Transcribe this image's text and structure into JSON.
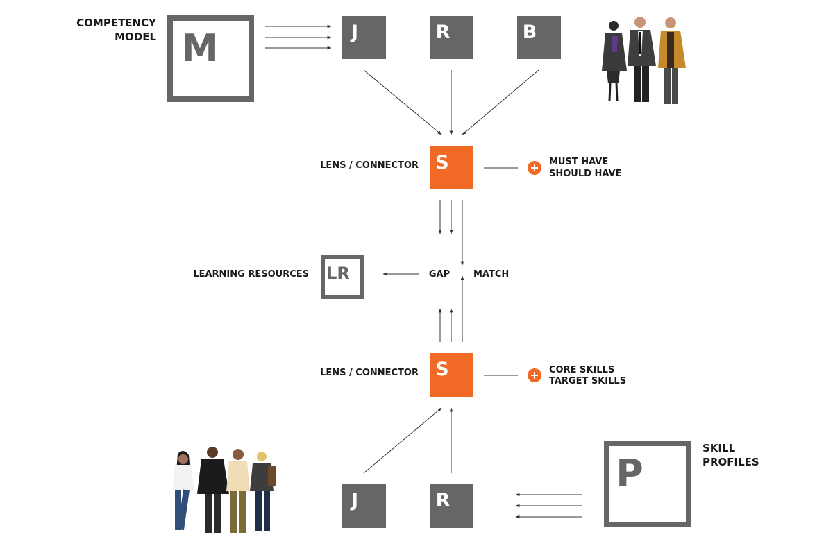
{
  "colors": {
    "gray": "#666666",
    "orange": "#F06A25",
    "text": "#1a1a1a",
    "line": "#333333"
  },
  "top": {
    "model_label_line1": "COMPETENCY",
    "model_label_line2": "MODEL",
    "model_letter": "M",
    "boxes": [
      "J",
      "R",
      "B"
    ],
    "people_icon": "group-of-three-professionals"
  },
  "upper_lens": {
    "label": "LENS / CONNECTOR",
    "letter": "S",
    "plus_icon": "plus-icon",
    "note_line1": "MUST HAVE",
    "note_line2": "SHOULD HAVE"
  },
  "middle": {
    "lr_letter": "LR",
    "lr_label": "LEARNING RESOURCES",
    "gap": "GAP",
    "match": "MATCH"
  },
  "lower_lens": {
    "label": "LENS / CONNECTOR",
    "letter": "S",
    "plus_icon": "plus-icon",
    "note_line1": "CORE SKILLS",
    "note_line2": "TARGET SKILLS"
  },
  "bottom": {
    "boxes": [
      "J",
      "R"
    ],
    "profile_letter": "P",
    "profile_label_line1": "SKILL",
    "profile_label_line2": "PROFILES",
    "people_icon": "group-of-four-people"
  }
}
